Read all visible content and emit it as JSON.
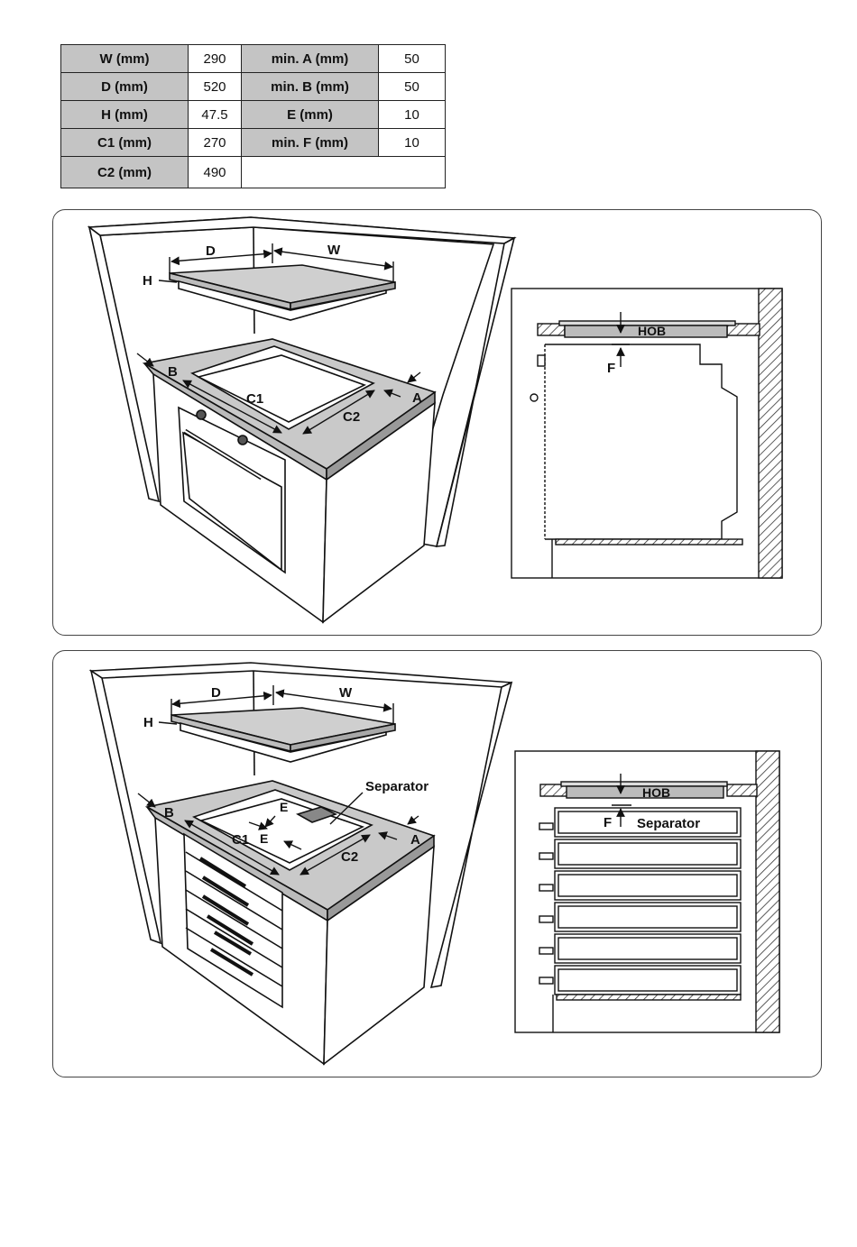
{
  "table": {
    "rows": [
      {
        "l1": "W (mm)",
        "v1": "290",
        "l2": "min. A (mm)",
        "v2": "50"
      },
      {
        "l1": "D (mm)",
        "v1": "520",
        "l2": "min. B (mm)",
        "v2": "50"
      },
      {
        "l1": "H (mm)",
        "v1": "47.5",
        "l2": "E (mm)",
        "v2": "10"
      },
      {
        "l1": "C1 (mm)",
        "v1": "270",
        "l2": "min. F (mm)",
        "v2": "10"
      },
      {
        "l1": "C2 (mm)",
        "v1": "490"
      }
    ]
  },
  "labels": {
    "d": "D",
    "w": "W",
    "h": "H",
    "a": "A",
    "b": "B",
    "c1": "C1",
    "c2": "C2",
    "e": "E",
    "f": "F",
    "hob": "HOB",
    "separator": "Separator"
  }
}
